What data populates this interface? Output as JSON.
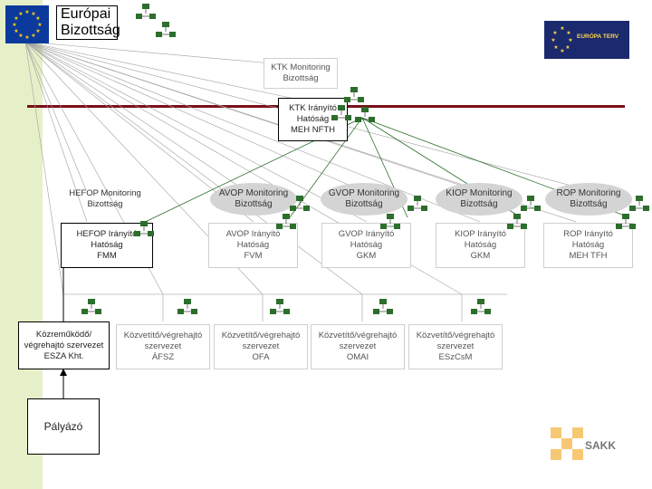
{
  "header": {
    "eu_title": "Európai\nBizottság",
    "eterv_label": "EURÓPA TERV",
    "sakk_label": "SAKK"
  },
  "top": {
    "ktk_monitoring": "KTK Monitoring\nBizottság",
    "ktk_iranyito": "KTK Irányító\nHatóság\nMEH NFTH"
  },
  "monitoring": [
    "HEFOP Monitoring\nBizottság",
    "AVOP Monitoring\nBizottság",
    "GVOP Monitoring\nBizottság",
    "KIOP Monitoring\nBizottság",
    "ROP Monitoring\nBizottság"
  ],
  "iranyito": [
    "HEFOP Irányító\nHatóság\nFMM",
    "AVOP Irányító\nHatóság\nFVM",
    "GVOP Irányító\nHatóság\nGKM",
    "KIOP Irányító\nHatóság\nGKM",
    "ROP Irányító\nHatóság\nMEH TFH"
  ],
  "kozremukodo": "Közreműködő/\nvégrehajtó szervezet\nESZA Kht.",
  "kozvetito": [
    "Közvetítő/végrehajtó\nszervezet\nÁFSZ",
    "Közvetítő/végrehajtó\nszervezet\nOFA",
    "Közvetítő/végrehajtó\nszervezet\nOMAI",
    "Közvetítő/végrehajtó\nszervezet\nESzCsM"
  ],
  "palyazo": "Pályázó",
  "colors": {
    "accent_bar": "#7a0f17",
    "side_panel": "#e6f0c8",
    "network_icon": "#2c6e2c",
    "eu_blue": "#0b3a9c",
    "eu_star": "#ffd400"
  },
  "icons": [
    "eu-flag-icon",
    "europa-terv-logo-icon",
    "sakk-logo-icon",
    "network-computers-icon"
  ]
}
